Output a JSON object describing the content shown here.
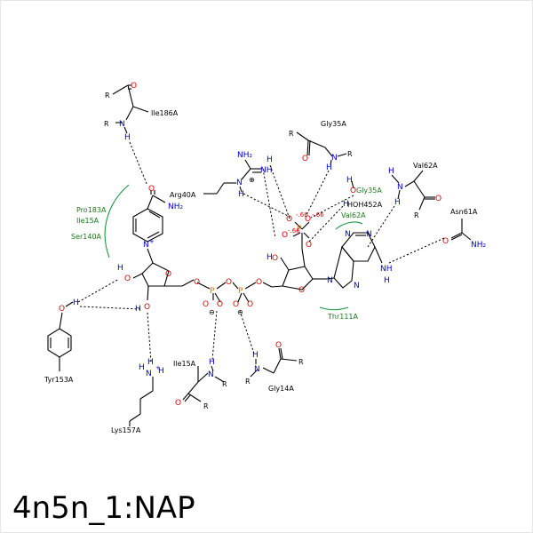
{
  "title": "4n5n_1:NAP",
  "residues": {
    "ile186": "Ile186A",
    "gly35_top": "Gly35A",
    "arg40": "Arg40A",
    "pro183": "Pro183A",
    "ile15_green": "Ile15A",
    "ser140": "Ser140A",
    "gly35_green": "Gly35A",
    "hoh452": "HOH452A",
    "val62_green": "Val62A",
    "val62": "Val62A",
    "asn61": "Asn61A",
    "tyr153": "Tyr153A",
    "lys157": "Lys157A",
    "ile15": "Ile15A",
    "gly14": "Gly14A",
    "thr111": "Thr111A"
  },
  "charges": {
    "o1": "-.66",
    "o2": "-.66",
    "o3": "-.66"
  }
}
